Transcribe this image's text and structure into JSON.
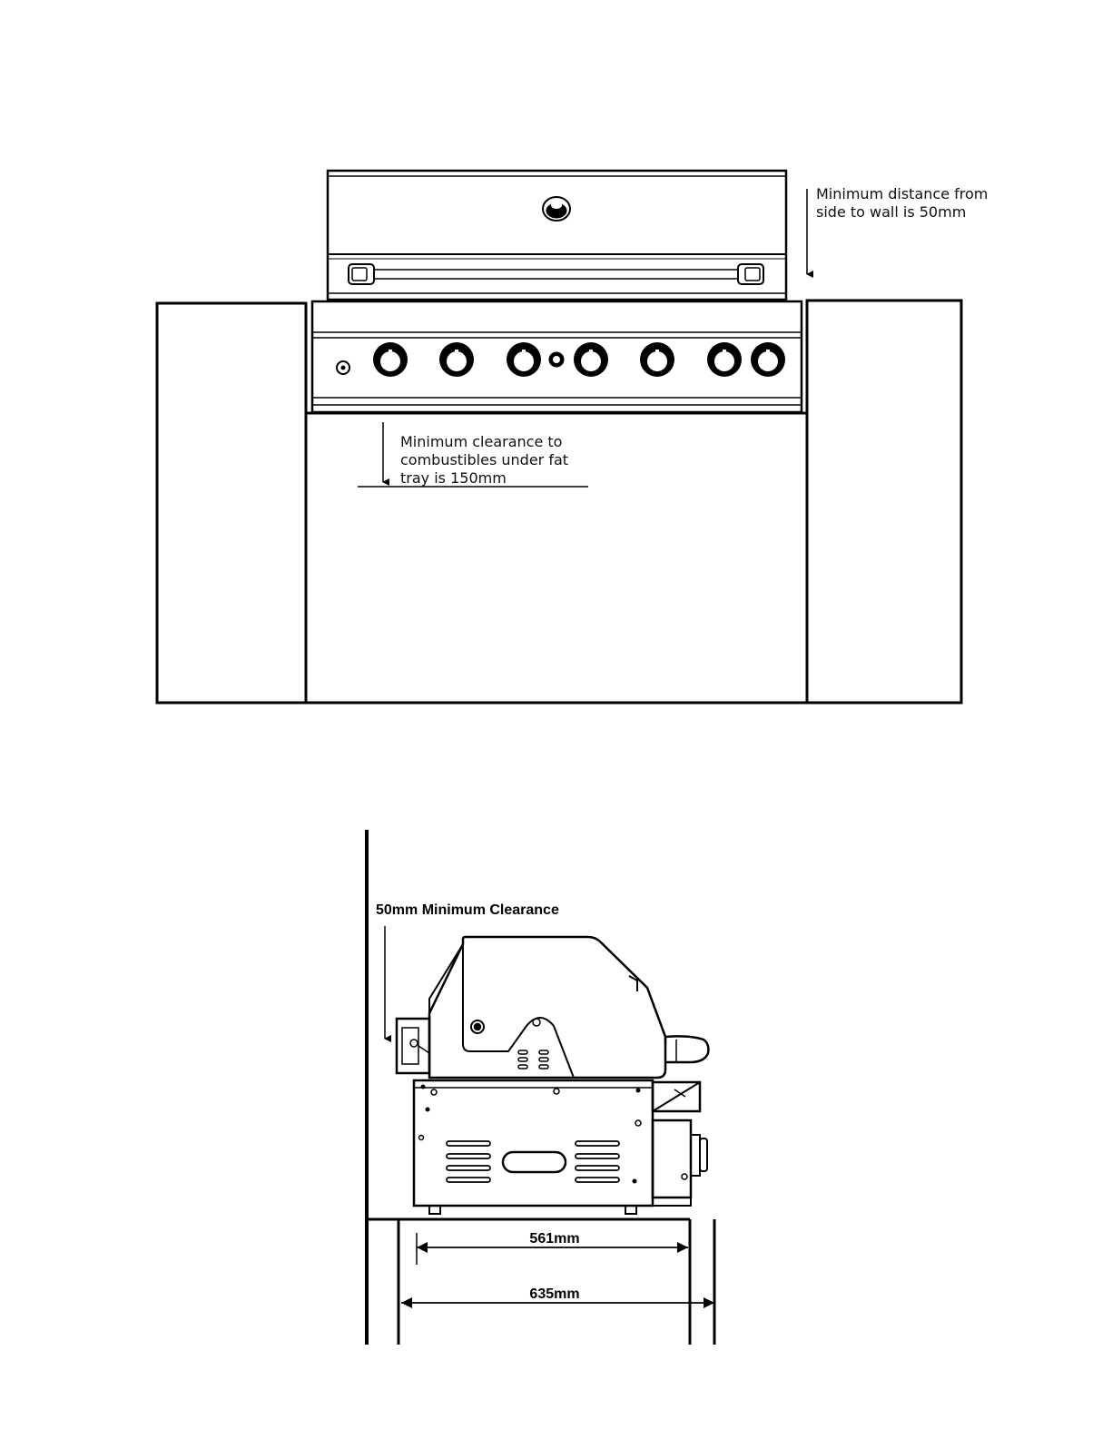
{
  "front_view": {
    "side_clearance_note": {
      "line1": "Minimum distance from",
      "line2": "side to wall is 50mm"
    },
    "fat_tray_note": {
      "line1": "Minimum clearance to",
      "line2": "combustibles under fat",
      "line3": "tray is 150mm"
    }
  },
  "side_view": {
    "rear_clearance_label": "50mm Minimum Clearance",
    "inner_dimension_label": "561mm",
    "outer_dimension_label": "635mm"
  },
  "colors": {
    "line": "#000000",
    "background": "#ffffff"
  }
}
